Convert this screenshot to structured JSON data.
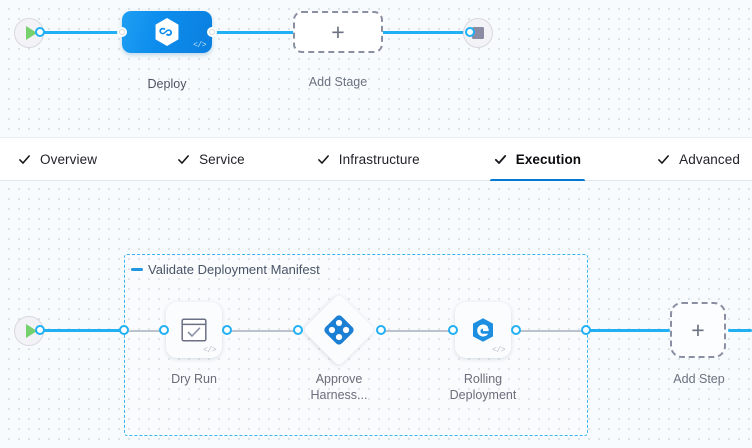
{
  "stage_canvas": {
    "start_node": {
      "name": "pipeline-start",
      "icon": "play-icon"
    },
    "stop_node": {
      "name": "pipeline-stop",
      "icon": "stop-icon"
    },
    "stages": [
      {
        "label": "Deploy",
        "type": "deployment",
        "icon": "harness-hexagon-icon",
        "code_badge": "</>",
        "selected": true
      },
      {
        "label": "Add Stage",
        "type": "add",
        "icon": "plus-icon"
      }
    ]
  },
  "tabs": [
    {
      "label": "Overview",
      "icon": "check-icon",
      "active": false
    },
    {
      "label": "Service",
      "icon": "check-icon",
      "active": false
    },
    {
      "label": "Infrastructure",
      "icon": "check-icon",
      "active": false
    },
    {
      "label": "Execution",
      "icon": "check-icon",
      "active": true
    },
    {
      "label": "Advanced",
      "icon": "check-icon",
      "active": false
    }
  ],
  "execution_canvas": {
    "start_node": {
      "name": "execution-start",
      "icon": "play-icon"
    },
    "group": {
      "label": "Validate Deployment Manifest",
      "collapse_icon": "minus-icon"
    },
    "steps": [
      {
        "label": "Dry Run",
        "icon": "dry-run-window-check-icon",
        "code_badge": "</>",
        "shape": "rounded-square"
      },
      {
        "label": "Approve\nHarness...",
        "icon": "harness-approval-diamond-icon",
        "shape": "diamond"
      },
      {
        "label": "Rolling\nDeployment",
        "icon": "rolling-deployment-icon",
        "code_badge": "</>",
        "shape": "rounded-square"
      }
    ],
    "add_step": {
      "label": "Add Step",
      "icon": "plus-icon"
    }
  },
  "colors": {
    "accent_blue": "#0278d5",
    "link_blue": "#21b0f3",
    "canvas_bg": "#f8fbfd",
    "node_blue": "#0d8ded",
    "play_green": "#76d06e",
    "dashed_grey": "#8a8fa3"
  }
}
